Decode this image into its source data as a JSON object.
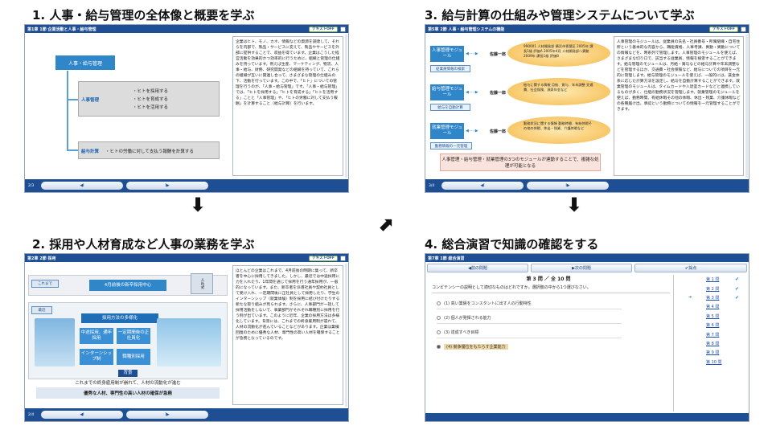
{
  "steps": [
    {
      "title": "1. 人事・給与管理の全体像と概要を学ぶ",
      "header": "第1章 1節 企業活動と人事・給与管理",
      "page": "2/3",
      "toggle_label": "テキストOFF",
      "diagram": {
        "root": "人事・給与管理",
        "branch1_label": "人事管理",
        "branch1_items": [
          "・ヒトを採用する",
          "・ヒトを育成する",
          "・ヒトを活用する"
        ],
        "branch2_label": "給与計算",
        "branch2_text": "・ヒトの労働に対して支払う報酬を計算する"
      },
      "text": "企業はヒト、モノ、カネ、情報などの資源を調達して、それらを内部で、製品・サービスに変えて、製品やサービスを外部に提供することで、収益を得ています。企業はこうした経営活動を効果的かつ効率的に行うために、組織と管理の仕組みを持っています。例えば生産、マーケティング、物流、人事・給与、財務、研究開発などの組織を持っていて、これらの組織が互いに関連し合って、さまざまな管理の仕組みの下、活動を行っています。この中で、「ヒト」についての管理を行うのが、「人事・給与管理」です。「人事・給与管理」では、「ヒトを採用する」「ヒトを育成する」「ヒトを活用する」ことと「人事管理」や、「ヒトの労働に対して支払う報酬」を計算すること（給与計算）を行います。"
    },
    {
      "title": "2. 採用や人材育成など人事の業務を学ぶ",
      "header": "第2章 2節 採用",
      "page": "2/4",
      "toggle_label": "テキストOFF",
      "diagram": {
        "before_label": "これまで",
        "before_text": "4月前後の新卒採用中心",
        "company_label": "人社式",
        "recent_label": "最近",
        "diversify": "採用方法の多様化",
        "m1": "中途採用、通年採用",
        "m2": "一定期間後の正社員化",
        "m3": "インターンシップ制",
        "m4": "職種別採用",
        "bg_label": "背景",
        "bg_text": "これまでの終身雇用制が崩れて、人材の流動化が進む",
        "conclusion": "優秀な人材、専門性の高い人材の確保が急務"
      },
      "text": "ほとんどの企業はこれまで、4月前後の時期に集って、新卒者を中心に採用してきました。しかし、最近では中途採用に力を入れたり、1年間を通じて採用を行う通年採用が、一般的になっています。また、新卒者を派遣社員や契約社員として受け入れ、一定期間後に正社員として採用したり、学生のインターンシップ（就業体験）制を採用に結び付けたりする新たな取り組みが見られます。さらに、人事部門が一括して採用活動をしないで、事業部門がそれぞれ職種別に採用を行う例が出ています。このように近年、企業の採用方法は多様化しています。背景には、これまでの終身雇用制が崩れて、人材の流動化が進んでいることなどがあります。企業は業績回復のために優秀な人材、専門性の高い人材を確保することが急務となっているのです。"
    },
    {
      "title": "3. 給与計算の仕組みや管理システムについて学ぶ",
      "header": "第5章 2節 人事・給与管理システムの機能",
      "page": "3/4",
      "toggle_label": "テキストOFF",
      "diagram": {
        "modules": [
          {
            "name": "人事管理モジュール",
            "button": "従業員情報の検索",
            "dept": "佐藤一郎",
            "info": "990001 人材開発部 横浜市青葉区 2005年 課長1級 評価A 2005年4月 人材開発部へ異動 2009年 課長1級 評価B"
          },
          {
            "name": "給与管理モジュール",
            "button": "給与を自動計算",
            "dept": "佐藤一郎",
            "info": "給与に関する情報 月給、賞与、年末調整 交通費、社会保険、源泉年金など"
          },
          {
            "name": "就業管理モジュール",
            "button": "勤務情報の一元管理",
            "dept": "佐藤一郎",
            "info": "勤務状況に関する情報 勤務時間、有給休暇その他の休暇、休出・残業、介護休暇など"
          }
        ],
        "summary": "人事管理・給与管理・就業管理の3つのモジュールが連動することで、複雑な処理が可能となる"
      },
      "text": "人事管理のモジュールは、従業員の氏名・社員番号・所属組織・自宅住所という基本的な内容から、職能資格、人事考課、異動・異動についての情報などを、時系列で管理します。人事管理のモジュールを使えば、さまざまな切り口で、該当する従業員、情報を検索することができます。給与管理のモジュールは、月給・賞与などの給与計算や年末調整などを管理するほか、交通費・社会保険など、給与についての項目を一元的に管理します。給与管理のモジュールを使えば、一般的には、賃金体系に応じた計算方法を設定し、給与を自動計算することができます。就業管理のモジュールは、タイムカードや入退室カードなどと連携しているものが多く、仕組の勤務状況を管理します。就業管理のモジュールを使えば、勤務時間、有給休暇その他の休暇、休出・残業、介護休暇などの各種届け出、承認という勤務についての情報を一元管理することができます。"
    },
    {
      "title": "4. 総合演習で知識の確認をする",
      "header": "第7章 1節 総合演習",
      "prev_btn": "前の問題",
      "next_btn": "次の問題",
      "score_btn": "採点",
      "question_no": "第 3 問 ／ 全 10 問",
      "question": "コンピテンシーの説明として適切なものはどれですか。選択肢の中から1つ選びなさい。",
      "options": [
        "(1) 高い業績をコンスタントに出す人の行動特性",
        "(2) 個人が発揮される能力",
        "(3) 達成すべき目標",
        "(4) 競争優位をもたらす企業能力"
      ],
      "selected": 3,
      "question_list": [
        "第 1 問",
        "第 2 問",
        "第 3 問",
        "第 4 問",
        "第 5 問",
        "第 6 問",
        "第 7 問",
        "第 8 問",
        "第 9 問",
        "第 10 問"
      ],
      "answered": [
        true,
        true,
        true,
        false,
        false,
        false,
        false,
        false,
        false,
        false
      ],
      "current": 2
    }
  ]
}
